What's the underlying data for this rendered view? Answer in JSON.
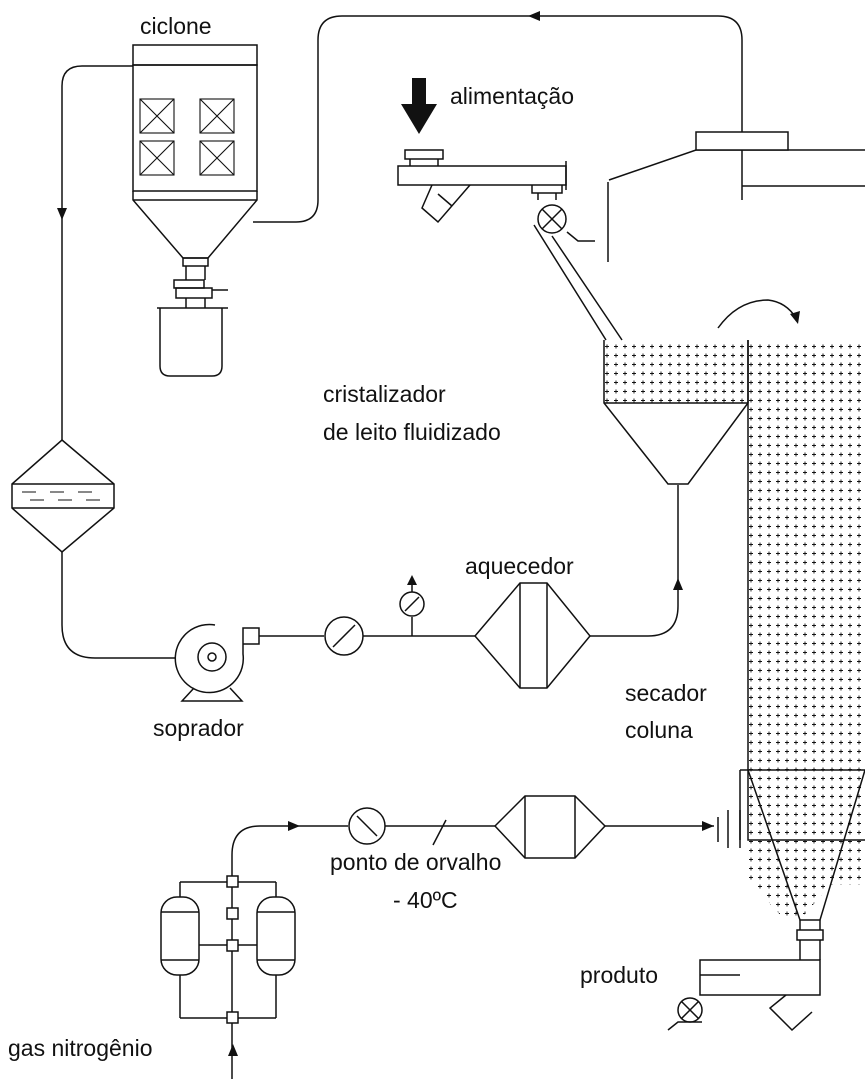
{
  "labels": {
    "ciclone": "ciclone",
    "alimentacao": "alimentação",
    "cristalizador_line1": "cristalizador",
    "cristalizador_line2": "de leito fluidizado",
    "aquecedor": "aquecedor",
    "secador_line1": "secador",
    "secador_line2": "coluna",
    "soprador": "soprador",
    "ponto_line1": "ponto de orvalho",
    "ponto_line2": "- 40ºC",
    "produto": "produto",
    "gas": "gas nitrogênio"
  },
  "colors": {
    "stroke": "#111111",
    "background": "#ffffff"
  }
}
